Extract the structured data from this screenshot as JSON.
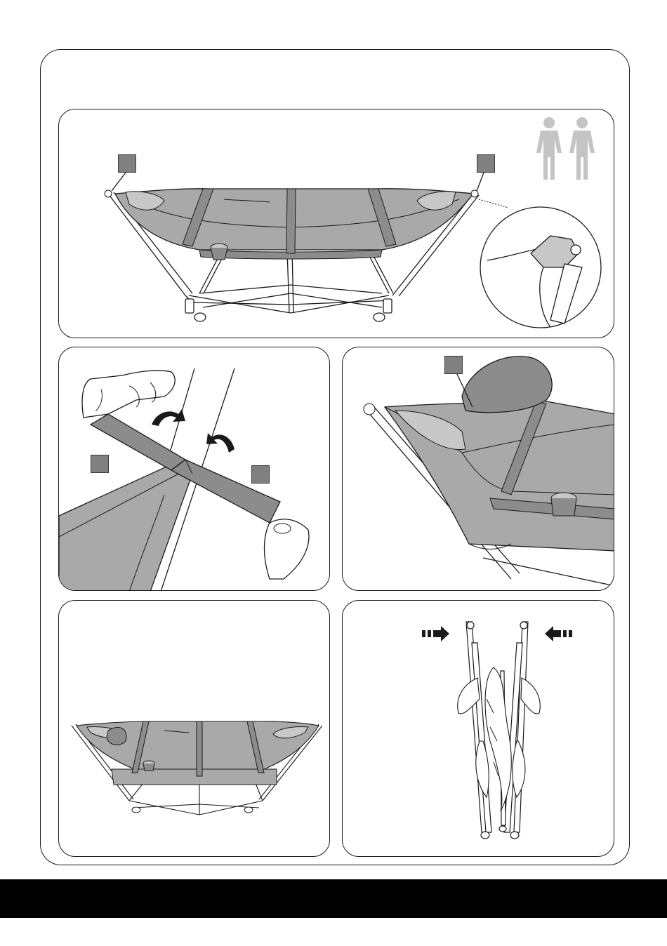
{
  "colors": {
    "line": "#1a1a1a",
    "fabric": "#a9a9a9",
    "fabric_dark": "#8c8c8c",
    "marker": "#808080",
    "person": "#c4c4c4",
    "bar": "#000000"
  },
  "icons": {
    "people": "two-persons-icon",
    "arrows": [
      "curved-arrow-icon",
      "dashed-arrow-right-icon",
      "dashed-arrow-left-icon"
    ]
  },
  "steps": [
    {
      "name": "assemble-hammock",
      "markers": 2,
      "people_required": 2
    },
    {
      "name": "attach-strap",
      "markers": 2
    },
    {
      "name": "attach-pillow",
      "markers": 1
    },
    {
      "name": "assembled-view",
      "markers": 0
    },
    {
      "name": "fold-frame",
      "markers": 0
    }
  ]
}
